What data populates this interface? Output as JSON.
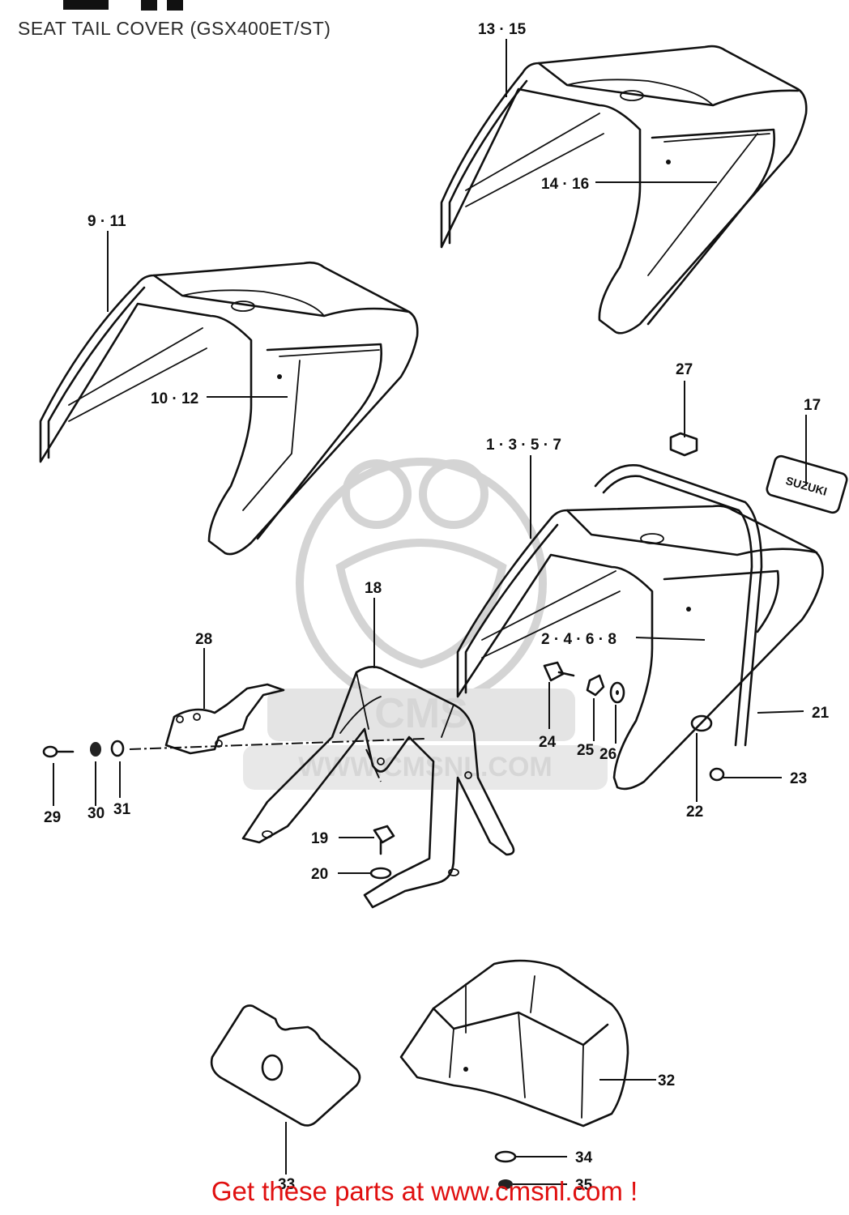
{
  "page": {
    "title": "SEAT TAIL COVER (GSX400ET/ST)"
  },
  "footer": {
    "text": "Get these parts at www.cmsnl.com !"
  },
  "watermark": {
    "brand": "CMS",
    "url": "WWW.CMSNL.COM"
  },
  "callouts": {
    "c13_15": "13 · 15",
    "c14_16": "14 · 16",
    "c9_11": "9 · 11",
    "c10_12": "10 · 12",
    "c27": "27",
    "c17": "17",
    "c1_3_5_7": "1 · 3 · 5 · 7",
    "c2_4_6_8": "2 · 4 · 6 · 8",
    "c18": "18",
    "c28": "28",
    "c21": "21",
    "c24": "24",
    "c25": "25",
    "c26": "26",
    "c22": "22",
    "c23": "23",
    "c29": "29",
    "c30": "30",
    "c31": "31",
    "c19": "19",
    "c20": "20",
    "c32": "32",
    "c33": "33",
    "c34": "34",
    "c35": "35"
  },
  "colors": {
    "ink": "#111111",
    "footer": "#e01010",
    "watermark": "#d4d4d4",
    "title": "#2a2a2a"
  }
}
